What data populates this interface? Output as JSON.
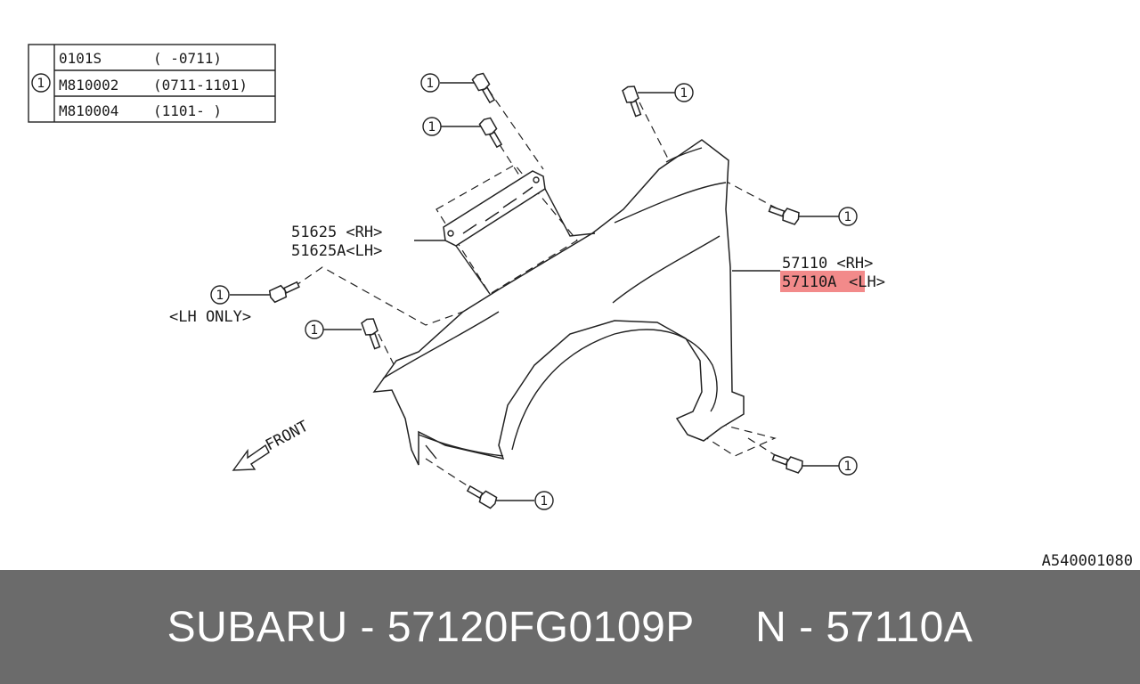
{
  "colors": {
    "highlight": "#f28a8a",
    "footer_bg": "#6b6b6b",
    "footer_text": "#ffffff",
    "line": "#222222"
  },
  "table": {
    "ref": "1",
    "rows": [
      {
        "part": "0101S",
        "range": "(       -0711)"
      },
      {
        "part": "M810002",
        "range": "(0711-1101)"
      },
      {
        "part": "M810004",
        "range": "(1101-      )"
      }
    ]
  },
  "callout_ref": "1",
  "labels": {
    "bracket_rh": "51625 <RH>",
    "bracket_lh": "51625A<LH>",
    "fender_rh": "57110 <RH>",
    "fender_lh_code": "57110A",
    "fender_lh_suffix": "<LH>",
    "lh_only": "<LH ONLY>",
    "front": "FRONT"
  },
  "diagram_code": "A540001080",
  "footer": {
    "text": "SUBARU - 57120FG0109P     N - 57110A"
  },
  "icons": [
    "bolt-icon",
    "front-arrow-icon",
    "fender-part",
    "bracket-part"
  ]
}
